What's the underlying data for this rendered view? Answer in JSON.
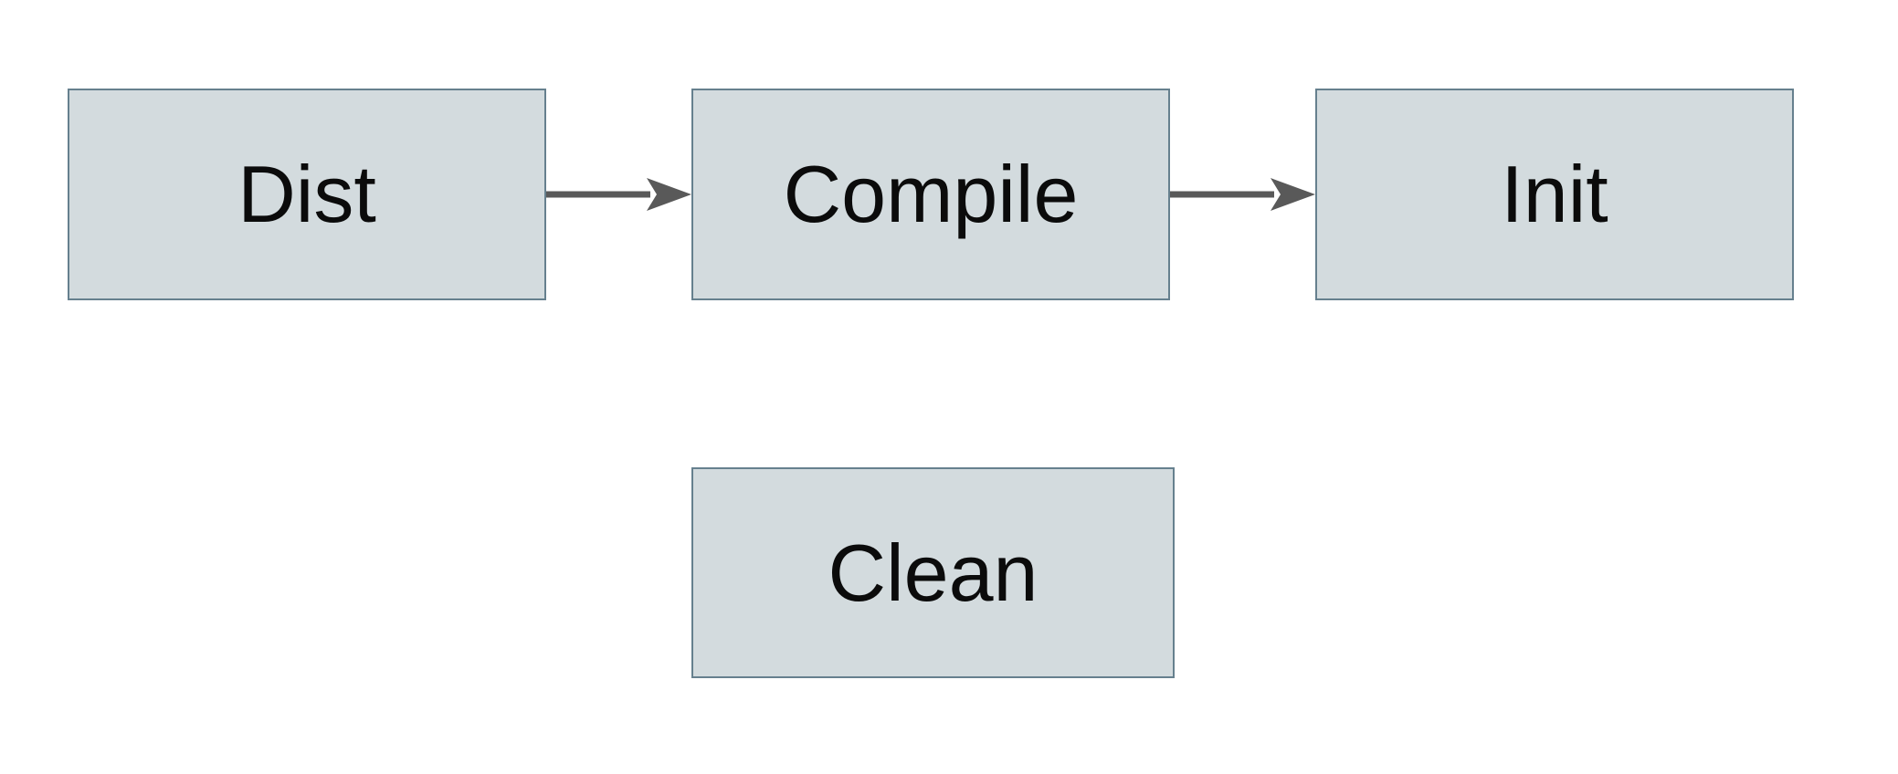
{
  "diagram": {
    "background": "#ffffff",
    "nodes": [
      {
        "id": "dist",
        "label": "Dist"
      },
      {
        "id": "compile",
        "label": "Compile"
      },
      {
        "id": "init",
        "label": "Init"
      },
      {
        "id": "clean",
        "label": "Clean"
      }
    ],
    "edges": [
      {
        "from": "dist",
        "to": "compile",
        "direction": "right"
      },
      {
        "from": "compile",
        "to": "init",
        "direction": "right"
      }
    ],
    "colors": {
      "node_fill": "#d3dbde",
      "node_border": "#66808e",
      "arrow": "#595959",
      "text": "#0b0b0b"
    }
  }
}
